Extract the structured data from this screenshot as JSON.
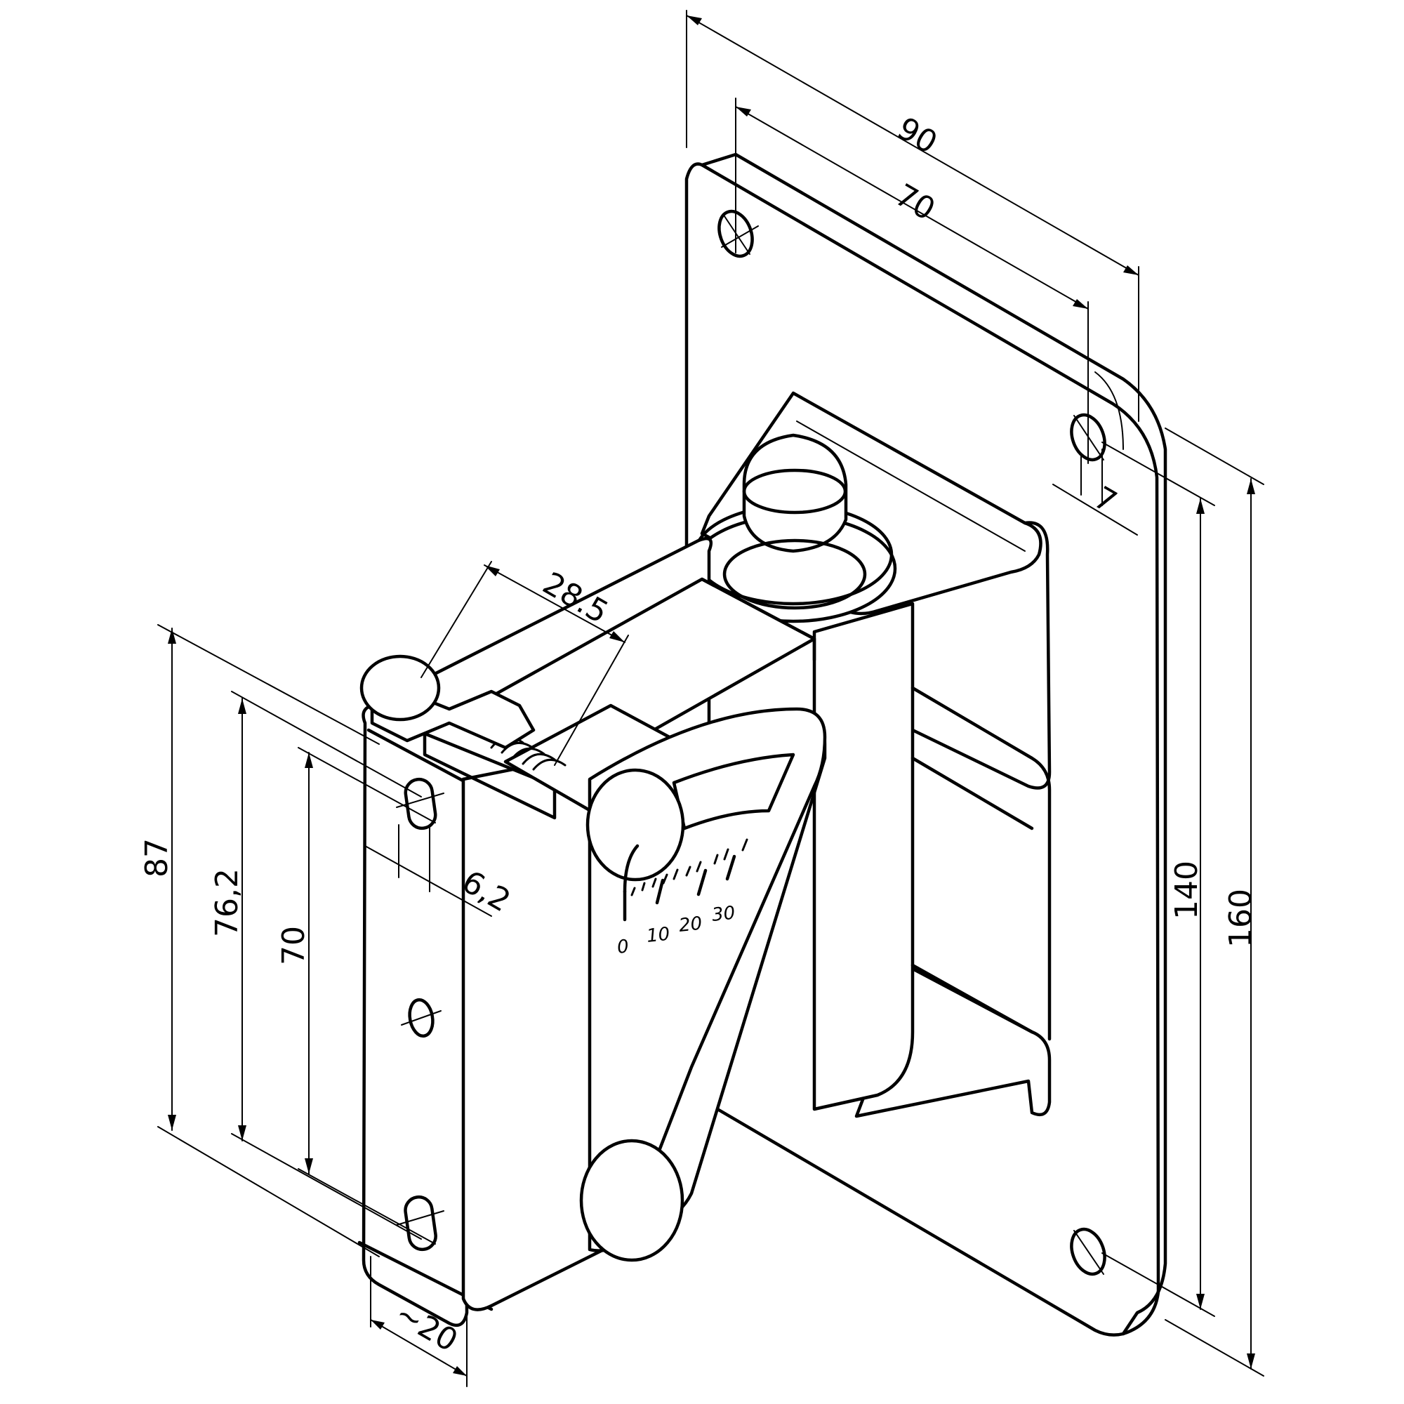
{
  "drawing": {
    "dimensions": {
      "overall_width": "90",
      "hole_spacing_width": "70",
      "hole_diameter": "7",
      "plate_height": "160",
      "hole_spacing_height": "140",
      "arm_width": "28.5",
      "arm_height": "87",
      "slot_outer": "76,2",
      "slot_spacing": "70",
      "slot_width": "6,2",
      "arm_depth": "~20"
    },
    "tilt_scale": {
      "labels": [
        "0",
        "10",
        "20",
        "30"
      ]
    }
  }
}
